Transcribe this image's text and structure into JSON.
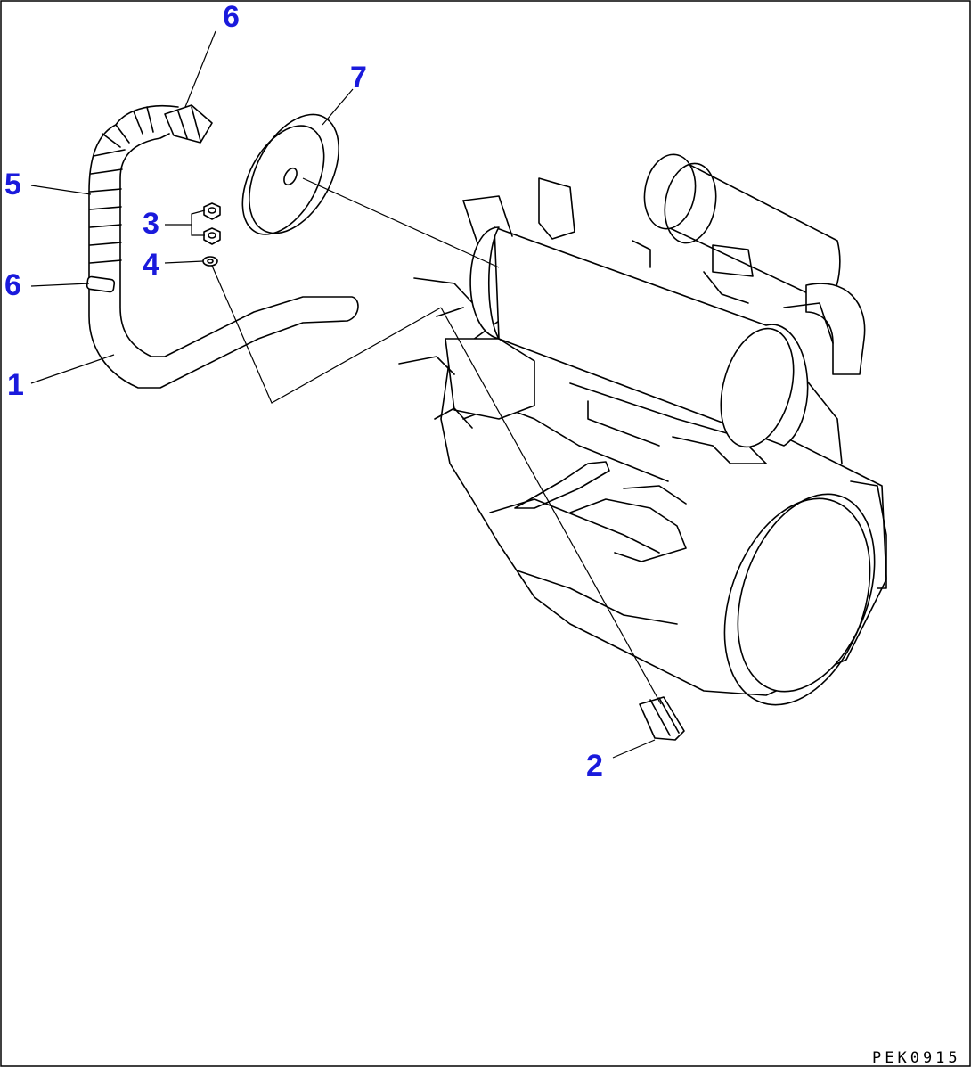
{
  "callouts": {
    "c6_top": "6",
    "c7": "7",
    "c5": "5",
    "c3": "3",
    "c4": "4",
    "c6_left": "6",
    "c1": "1",
    "c2": "2"
  },
  "drawing_code": "PEK0915",
  "colors": {
    "callout": "#1a1adc",
    "line": "#000000",
    "background": "#ffffff"
  }
}
